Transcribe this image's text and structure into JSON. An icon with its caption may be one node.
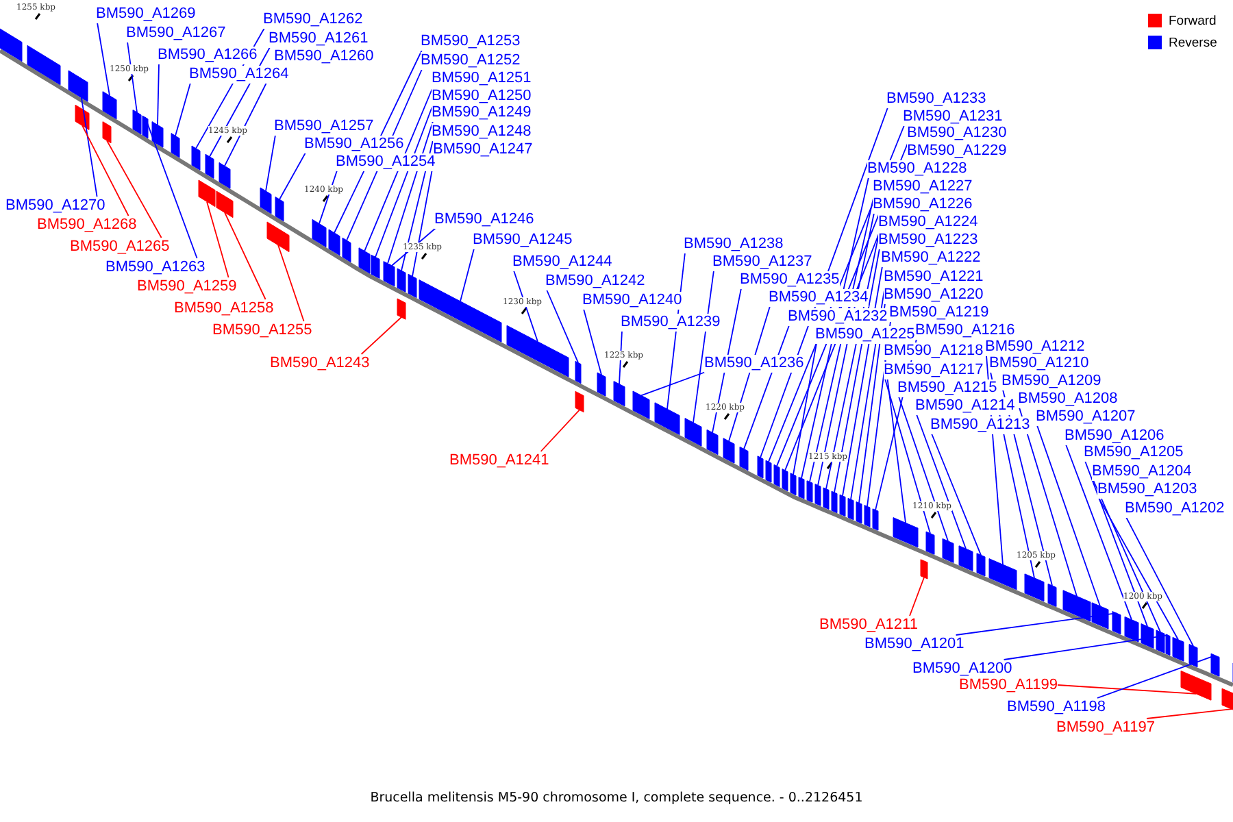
{
  "diagram": {
    "caption": "Brucella melitensis M5-90 chromosome I, complete sequence. - 0..2126451",
    "nodes": [
      {
        "text": [
          "BM590_A1269"
        ]
      },
      {
        "text": [
          "BM590_A1267"
        ]
      },
      {
        "text": [
          "BM590_A1266"
        ]
      },
      {
        "text": [
          "BM590_A1264"
        ]
      },
      {
        "text": [
          "BM590_A1262"
        ]
      },
      {
        "text": [
          "BM590_A1261"
        ]
      },
      {
        "text": [
          "BM590_A1260"
        ]
      },
      {
        "text": [
          "BM590_A1253"
        ]
      },
      {
        "text": [
          "BM590_A1252"
        ]
      },
      {
        "text": [
          "BM590_A1251"
        ]
      },
      {
        "text": [
          "BM590_A1250"
        ]
      },
      {
        "text": [
          "BM590_A1249"
        ]
      },
      {
        "text": [
          "BM590_A1248"
        ]
      },
      {
        "text": [
          "BM590_A1247"
        ]
      },
      {
        "text": [
          "BM590_A1257"
        ]
      },
      {
        "text": [
          "BM590_A1256"
        ]
      },
      {
        "text": [
          "BM590_A1254"
        ]
      },
      {
        "text": [
          "BM590_A1270"
        ]
      },
      {
        "text": [
          "BM590_A1268"
        ]
      },
      {
        "text": [
          "BM590_A1265"
        ]
      },
      {
        "text": [
          "BM590_A1263"
        ]
      },
      {
        "text": [
          "BM590_A1259"
        ]
      },
      {
        "text": [
          "BM590_A1258"
        ]
      },
      {
        "text": [
          "BM590_A1255"
        ]
      },
      {
        "text": [
          "BM590_A1243"
        ]
      },
      {
        "text": [
          "BM590_A1246"
        ]
      },
      {
        "text": [
          "BM590_A1245"
        ]
      },
      {
        "text": [
          "BM590_A1244"
        ]
      },
      {
        "text": [
          "BM590_A1242"
        ]
      },
      {
        "text": [
          "BM590_A1240"
        ]
      },
      {
        "text": [
          "BM590_A1239"
        ]
      },
      {
        "text": [
          "BM590_A1238"
        ]
      },
      {
        "text": [
          "BM590_A1237"
        ]
      },
      {
        "text": [
          "BM590_A1235"
        ]
      },
      {
        "text": [
          "BM590_A1234"
        ]
      },
      {
        "text": [
          "BM590_A1232"
        ]
      },
      {
        "text": [
          "BM590_A1225"
        ]
      },
      {
        "text": [
          "BM590_A1236"
        ]
      },
      {
        "text": [
          "BM590_A1241"
        ]
      },
      {
        "text": [
          "BM590_A1233"
        ]
      },
      {
        "text": [
          "BM590_A1231"
        ]
      },
      {
        "text": [
          "BM590_A1230"
        ]
      },
      {
        "text": [
          "BM590_A1229"
        ]
      },
      {
        "text": [
          "BM590_A1228"
        ]
      },
      {
        "text": [
          "BM590_A1227"
        ]
      },
      {
        "text": [
          "BM590_A1226"
        ]
      },
      {
        "text": [
          "BM590_A1224"
        ]
      },
      {
        "text": [
          "BM590_A1223"
        ]
      },
      {
        "text": [
          "BM590_A1222"
        ]
      },
      {
        "text": [
          "BM590_A1221"
        ]
      },
      {
        "text": [
          "BM590_A1220"
        ]
      },
      {
        "text": [
          "BM590_A1219"
        ]
      },
      {
        "text": [
          "BM590_A1216"
        ]
      },
      {
        "text": [
          "BM590_A1218"
        ]
      },
      {
        "text": [
          "BM590_A1217"
        ]
      },
      {
        "text": [
          "BM590_A1215"
        ]
      },
      {
        "text": [
          "BM590_A1214"
        ]
      },
      {
        "text": [
          "BM590_A1213"
        ]
      },
      {
        "text": [
          "BM590_A1212"
        ]
      },
      {
        "text": [
          "BM590_A1210"
        ]
      },
      {
        "text": [
          "BM590_A1209"
        ]
      },
      {
        "text": [
          "BM590_A1208"
        ]
      },
      {
        "text": [
          "BM590_A1207"
        ]
      },
      {
        "text": [
          "BM590_A1206"
        ]
      },
      {
        "text": [
          "BM590_A1205"
        ]
      },
      {
        "text": [
          "BM590_A1204"
        ]
      },
      {
        "text": [
          "BM590_A1203"
        ]
      },
      {
        "text": [
          "BM590_A1202"
        ]
      },
      {
        "text": [
          "BM590_A1211"
        ]
      },
      {
        "text": [
          "BM590_A1201"
        ]
      },
      {
        "text": [
          "BM590_A1200"
        ]
      },
      {
        "text": [
          "BM590_A1199"
        ]
      },
      {
        "text": [
          "BM590_A1198"
        ]
      },
      {
        "text": [
          "BM590_A1197"
        ]
      },
      {
        "text": [],
        "shape": "bar"
      },
      {
        "text": [],
        "shape": "bar"
      },
      {
        "text": [],
        "shape": "bar"
      },
      {
        "text": [],
        "shape": "bar"
      },
      {
        "text": [],
        "shape": "bar"
      },
      {
        "text": [],
        "shape": "bar"
      },
      {
        "text": [],
        "shape": "bar"
      },
      {
        "text": [],
        "shape": "bar"
      },
      {
        "text": [],
        "shape": "bar"
      },
      {
        "text": [],
        "shape": "bar"
      },
      {
        "text": [],
        "shape": "bar"
      },
      {
        "text": [],
        "shape": "bar"
      },
      {
        "text": [],
        "shape": "bar"
      },
      {
        "text": [],
        "shape": "bar"
      },
      {
        "text": [],
        "shape": "bar"
      },
      {
        "text": [],
        "shape": "bar"
      },
      {
        "text": [],
        "shape": "bar"
      },
      {
        "text": [],
        "shape": "bar"
      },
      {
        "text": [],
        "shape": "bar"
      },
      {
        "text": [],
        "shape": "bar"
      },
      {
        "text": [],
        "shape": "bar"
      },
      {
        "text": [],
        "shape": "bar"
      },
      {
        "text": [],
        "shape": "bar"
      },
      {
        "text": [],
        "shape": "bar"
      },
      {
        "text": [],
        "shape": "bar"
      },
      {
        "text": [],
        "shape": "bar"
      },
      {
        "text": [],
        "shape": "bar"
      },
      {
        "text": [],
        "shape": "bar"
      },
      {
        "text": [],
        "shape": "bar"
      },
      {
        "text": [],
        "shape": "bar"
      },
      {
        "text": [],
        "shape": "bar"
      },
      {
        "text": [],
        "shape": "bar"
      },
      {
        "text": [],
        "shape": "bar"
      },
      {
        "text": [],
        "shape": "bar"
      },
      {
        "text": [],
        "shape": "bar"
      },
      {
        "text": [],
        "shape": "bar"
      },
      {
        "text": [],
        "shape": "bar"
      },
      {
        "text": [],
        "shape": "bar"
      },
      {
        "text": [],
        "shape": "bar"
      },
      {
        "text": [],
        "shape": "bar"
      },
      {
        "text": [],
        "shape": "bar"
      },
      {
        "text": [],
        "shape": "bar"
      },
      {
        "text": [],
        "shape": "bar"
      },
      {
        "text": [],
        "shape": "bar"
      },
      {
        "text": [],
        "shape": "bar"
      },
      {
        "text": [],
        "shape": "bar"
      },
      {
        "text": [],
        "shape": "bar"
      },
      {
        "text": [],
        "shape": "bar"
      },
      {
        "text": [],
        "shape": "bar"
      },
      {
        "text": [],
        "shape": "bar"
      },
      {
        "text": [],
        "shape": "bar"
      },
      {
        "text": [],
        "shape": "bar"
      },
      {
        "text": [],
        "shape": "bar"
      },
      {
        "text": [],
        "shape": "bar"
      },
      {
        "text": [],
        "shape": "bar"
      },
      {
        "text": [],
        "shape": "bar"
      },
      {
        "text": [],
        "shape": "bar"
      },
      {
        "text": [],
        "shape": "bar"
      },
      {
        "text": [],
        "shape": "bar"
      },
      {
        "text": [],
        "shape": "bar"
      },
      {
        "text": [],
        "shape": "bar"
      },
      {
        "text": [],
        "shape": "bar"
      },
      {
        "text": [],
        "shape": "bar"
      },
      {
        "text": [],
        "shape": "bar"
      },
      {
        "text": [],
        "shape": "bar"
      },
      {
        "text": [],
        "shape": "bar"
      },
      {
        "text": [],
        "shape": "bar"
      },
      {
        "text": [],
        "shape": "bar"
      },
      {
        "text": [],
        "shape": "bar"
      },
      {
        "text": [],
        "shape": "bar"
      },
      {
        "text": [],
        "shape": "bar"
      },
      {
        "text": [],
        "shape": "bar"
      },
      {
        "text": [],
        "shape": "bar"
      },
      {
        "text": [],
        "shape": "bar"
      },
      {
        "text": [],
        "shape": "bar"
      },
      {
        "text": [],
        "shape": "bar"
      },
      {
        "text": [],
        "shape": "bar"
      }
    ],
    "edges": [
      {
        "from": 0,
        "to": 76,
        "arrow": "none"
      },
      {
        "from": 1,
        "to": 78,
        "arrow": "none"
      },
      {
        "from": 2,
        "to": 80,
        "arrow": "none"
      },
      {
        "from": 3,
        "to": 81,
        "arrow": "none"
      },
      {
        "from": 4,
        "to": 82,
        "arrow": "none"
      },
      {
        "from": 5,
        "to": 84,
        "arrow": "none"
      },
      {
        "from": 6,
        "to": 86,
        "arrow": "none"
      },
      {
        "from": 7,
        "to": 91,
        "arrow": "none"
      },
      {
        "from": 8,
        "to": 92,
        "arrow": "none"
      },
      {
        "from": 9,
        "to": 93,
        "arrow": "none"
      },
      {
        "from": 10,
        "to": 94,
        "arrow": "none"
      },
      {
        "from": 11,
        "to": 95,
        "arrow": "none"
      },
      {
        "from": 12,
        "to": 97,
        "arrow": "none"
      },
      {
        "from": 13,
        "to": 99,
        "arrow": "none"
      },
      {
        "from": 14,
        "to": 87,
        "arrow": "none"
      },
      {
        "from": 15,
        "to": 89,
        "arrow": "none"
      },
      {
        "from": 16,
        "to": 90,
        "arrow": "none"
      },
      {
        "from": 17,
        "to": 74,
        "arrow": "none"
      },
      {
        "from": 18,
        "to": 75,
        "arrow": "none",
        "color": "#ff0000"
      },
      {
        "from": 19,
        "to": 77,
        "arrow": "none",
        "color": "#ff0000"
      },
      {
        "from": 20,
        "to": 79,
        "arrow": "none"
      },
      {
        "from": 21,
        "to": 83,
        "arrow": "none",
        "color": "#ff0000"
      },
      {
        "from": 22,
        "to": 85,
        "arrow": "none",
        "color": "#ff0000"
      },
      {
        "from": 23,
        "to": 88,
        "arrow": "none",
        "color": "#ff0000"
      },
      {
        "from": 24,
        "to": 98,
        "arrow": "none",
        "color": "#ff0000"
      },
      {
        "from": 25,
        "to": 96,
        "arrow": "none"
      },
      {
        "from": 26,
        "to": 100,
        "arrow": "none"
      },
      {
        "from": 27,
        "to": 101,
        "arrow": "none"
      },
      {
        "from": 28,
        "to": 102,
        "arrow": "none"
      },
      {
        "from": 29,
        "to": 104,
        "arrow": "none"
      },
      {
        "from": 30,
        "to": 105,
        "arrow": "none"
      },
      {
        "from": 31,
        "to": 107,
        "arrow": "none"
      },
      {
        "from": 32,
        "to": 108,
        "arrow": "none"
      },
      {
        "from": 33,
        "to": 109,
        "arrow": "none"
      },
      {
        "from": 34,
        "to": 110,
        "arrow": "none"
      },
      {
        "from": 35,
        "to": 111,
        "arrow": "none"
      },
      {
        "from": 36,
        "to": 116,
        "arrow": "none"
      },
      {
        "from": 37,
        "to": 106,
        "arrow": "none"
      },
      {
        "from": 38,
        "to": 103,
        "arrow": "none",
        "color": "#ff0000"
      },
      {
        "from": 39,
        "to": 112,
        "arrow": "none"
      },
      {
        "from": 40,
        "to": 113,
        "arrow": "none"
      },
      {
        "from": 41,
        "to": 114,
        "arrow": "none"
      },
      {
        "from": 42,
        "to": 115,
        "arrow": "none"
      },
      {
        "from": 43,
        "to": 117,
        "arrow": "none"
      },
      {
        "from": 44,
        "to": 118,
        "arrow": "none"
      },
      {
        "from": 45,
        "to": 119,
        "arrow": "none"
      },
      {
        "from": 46,
        "to": 120,
        "arrow": "none"
      },
      {
        "from": 47,
        "to": 121,
        "arrow": "none"
      },
      {
        "from": 48,
        "to": 122,
        "arrow": "none"
      },
      {
        "from": 49,
        "to": 123,
        "arrow": "none"
      },
      {
        "from": 50,
        "to": 124,
        "arrow": "none"
      },
      {
        "from": 51,
        "to": 125,
        "arrow": "none"
      },
      {
        "from": 52,
        "to": 126,
        "arrow": "none"
      },
      {
        "from": 53,
        "to": 127,
        "arrow": "none"
      },
      {
        "from": 54,
        "to": 129,
        "arrow": "none"
      },
      {
        "from": 55,
        "to": 130,
        "arrow": "none"
      },
      {
        "from": 56,
        "to": 131,
        "arrow": "none"
      },
      {
        "from": 57,
        "to": 132,
        "arrow": "none"
      },
      {
        "from": 58,
        "to": 133,
        "arrow": "none"
      },
      {
        "from": 59,
        "to": 134,
        "arrow": "none"
      },
      {
        "from": 60,
        "to": 135,
        "arrow": "none"
      },
      {
        "from": 61,
        "to": 136,
        "arrow": "none"
      },
      {
        "from": 62,
        "to": 137,
        "arrow": "none"
      },
      {
        "from": 63,
        "to": 139,
        "arrow": "none"
      },
      {
        "from": 64,
        "to": 140,
        "arrow": "none"
      },
      {
        "from": 65,
        "to": 141,
        "arrow": "none"
      },
      {
        "from": 66,
        "to": 143,
        "arrow": "none"
      },
      {
        "from": 67,
        "to": 145,
        "arrow": "none"
      },
      {
        "from": 68,
        "to": 128,
        "arrow": "none",
        "color": "#ff0000"
      },
      {
        "from": 69,
        "to": 138,
        "arrow": "none"
      },
      {
        "from": 70,
        "to": 142,
        "arrow": "none"
      },
      {
        "from": 71,
        "to": 144,
        "arrow": "none",
        "color": "#ff0000"
      },
      {
        "from": 72,
        "to": 146,
        "arrow": "none"
      },
      {
        "from": 73,
        "to": 147,
        "arrow": "none",
        "color": "#ff0000"
      }
    ],
    "labels": [
      "1255 kbp",
      "1250 kbp",
      "1245 kbp",
      "1240 kbp",
      "1235 kbp",
      "1230 kbp",
      "1225 kbp",
      "1220 kbp",
      "1215 kbp",
      "1210 kbp",
      "1205 kbp",
      "1200 kbp"
    ],
    "legend": [
      {
        "text": "Forward",
        "color": "#ff0000"
      },
      {
        "text": "Reverse",
        "color": "#0000ff"
      }
    ]
  }
}
